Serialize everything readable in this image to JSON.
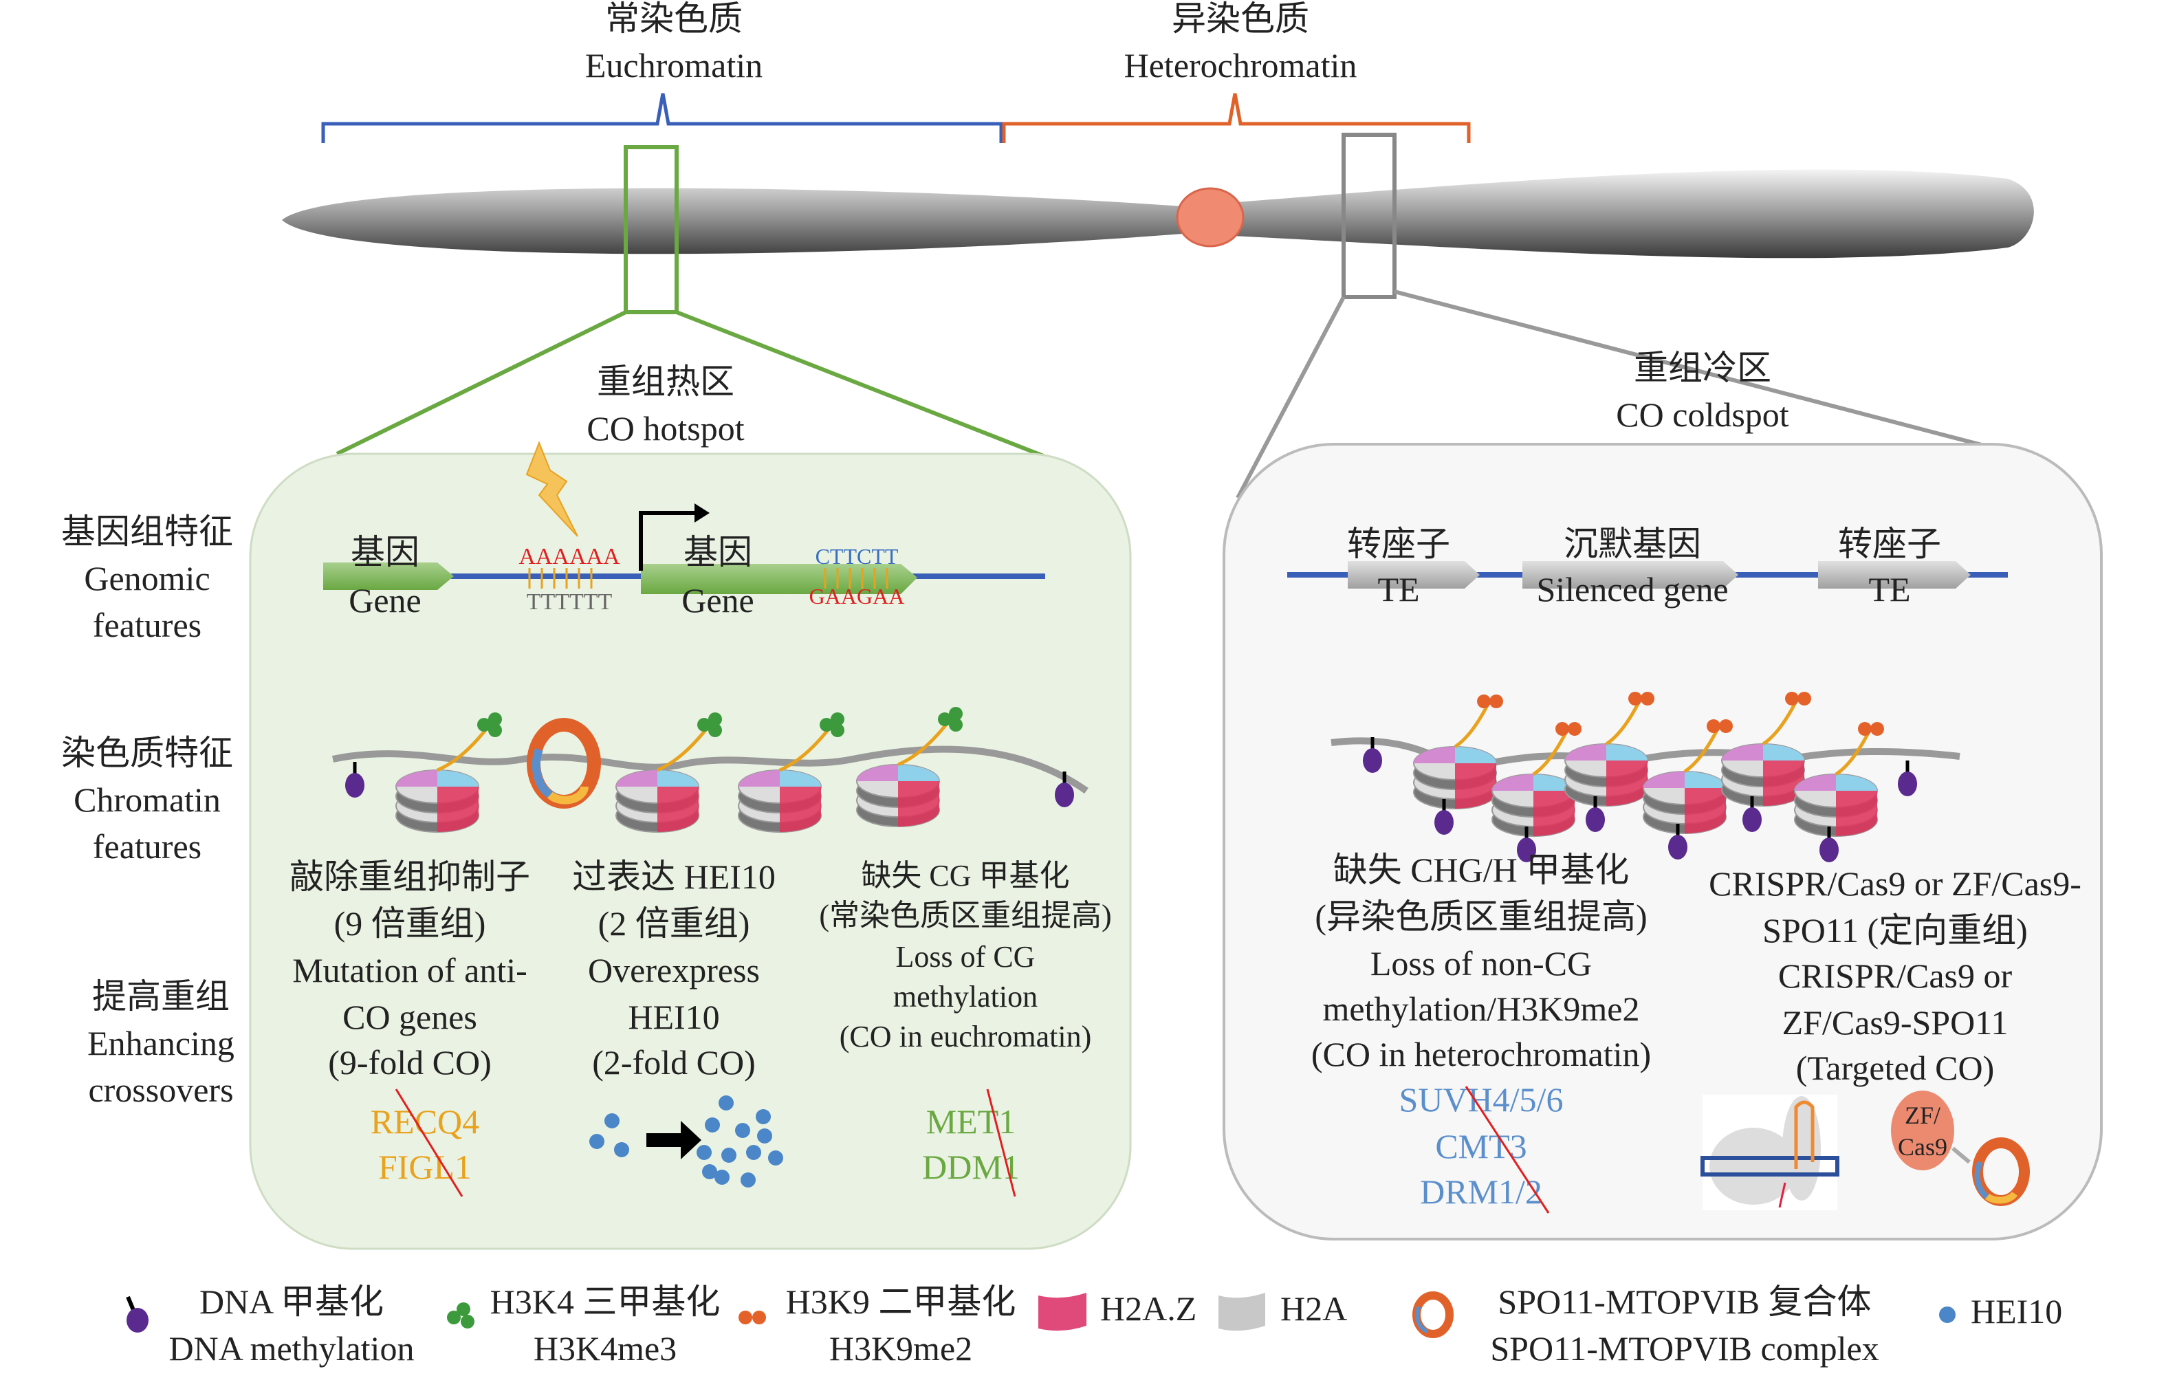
{
  "top": {
    "euchromatin_zh": "常染色质",
    "euchromatin_en": "Euchromatin",
    "heterochromatin_zh": "异染色质",
    "heterochromatin_en": "Heterochromatin"
  },
  "hotspot": {
    "zh": "重组热区",
    "en": "CO hotspot"
  },
  "coldspot": {
    "zh": "重组冷区",
    "en": "CO coldspot"
  },
  "row_labels": {
    "genomic": [
      "基因组特征",
      "Genomic",
      "features"
    ],
    "chromatin": [
      "染色质特征",
      "Chromatin",
      "features"
    ],
    "enhancing": [
      "提高重组",
      "Enhancing",
      "crossovers"
    ]
  },
  "left_panel": {
    "gene1_zh": "基因",
    "gene1_en": "Gene",
    "gene2_zh": "基因",
    "gene2_en": "Gene",
    "polyA": "AAAAAA",
    "polyT": "TTTTTT",
    "ctt": "CTTCTT",
    "gaa": "GAAGAA",
    "col1": [
      "敲除重组抑制子",
      "(9 倍重组)",
      "Mutation of anti-",
      "CO genes",
      "(9-fold CO)"
    ],
    "col1_genes": [
      "RECQ4",
      "FIGL1"
    ],
    "col2": [
      "过表达 HEI10",
      "(2 倍重组)",
      "Overexpress",
      "HEI10",
      "(2-fold CO)"
    ],
    "col3": [
      "缺失 CG 甲基化",
      "(常染色质区重组提高)",
      "Loss of CG",
      "methylation",
      "(CO in euchromatin)"
    ],
    "col3_genes": [
      "MET1",
      "DDM1"
    ]
  },
  "right_panel": {
    "te1_zh": "转座子",
    "te1_en": "TE",
    "silenced_zh": "沉默基因",
    "silenced_en": "Silenced gene",
    "te2_zh": "转座子",
    "te2_en": "TE",
    "col1": [
      "缺失 CHG/H 甲基化",
      "(异染色质区重组提高)",
      "Loss of non-CG",
      "methylation/H3K9me2",
      "(CO in heterochromatin)"
    ],
    "col1_genes": [
      "SUVH4/5/6",
      "CMT3",
      "DRM1/2"
    ],
    "col2": [
      "CRISPR/Cas9 or ZF/Cas9-",
      "SPO11 (定向重组)",
      "CRISPR/Cas9 or",
      "ZF/Cas9-SPO11",
      "(Targeted CO)"
    ],
    "zf_label": [
      "ZF/",
      "Cas9"
    ]
  },
  "legend": [
    {
      "zh": "DNA 甲基化",
      "en": "DNA methylation",
      "icon": "dna-methylation-icon"
    },
    {
      "zh": "H3K4 三甲基化",
      "en": "H3K4me3",
      "icon": "h3k4me3-icon"
    },
    {
      "zh": "H3K9 二甲基化",
      "en": "H3K9me2",
      "icon": "h3k9me2-icon"
    },
    {
      "zh": "H2A.Z",
      "icon": "h2az-icon"
    },
    {
      "zh": "H2A",
      "icon": "h2a-icon"
    },
    {
      "zh": "SPO11-MTOPVIB 复合体",
      "en": "SPO11-MTOPVIB complex",
      "icon": "spo11-complex-icon"
    },
    {
      "zh": "HEI10",
      "icon": "hei10-icon"
    }
  ],
  "colors": {
    "euchromatin": "#3a5fb8",
    "heterochromatin": "#e0622a",
    "hotspot": "#6aa842",
    "coldspot": "#888888",
    "hotspot_bg": "#eaf3e3",
    "coldspot_bg": "#f7f7f7",
    "gene_text": "#e8a21e",
    "cold_gene_text": "#5b8fcc",
    "strike": "#e02020",
    "methyl": "#5a2a8e",
    "h3k4": "#3c9a3c",
    "h3k9": "#e4622a",
    "hei10": "#4a86c8"
  }
}
